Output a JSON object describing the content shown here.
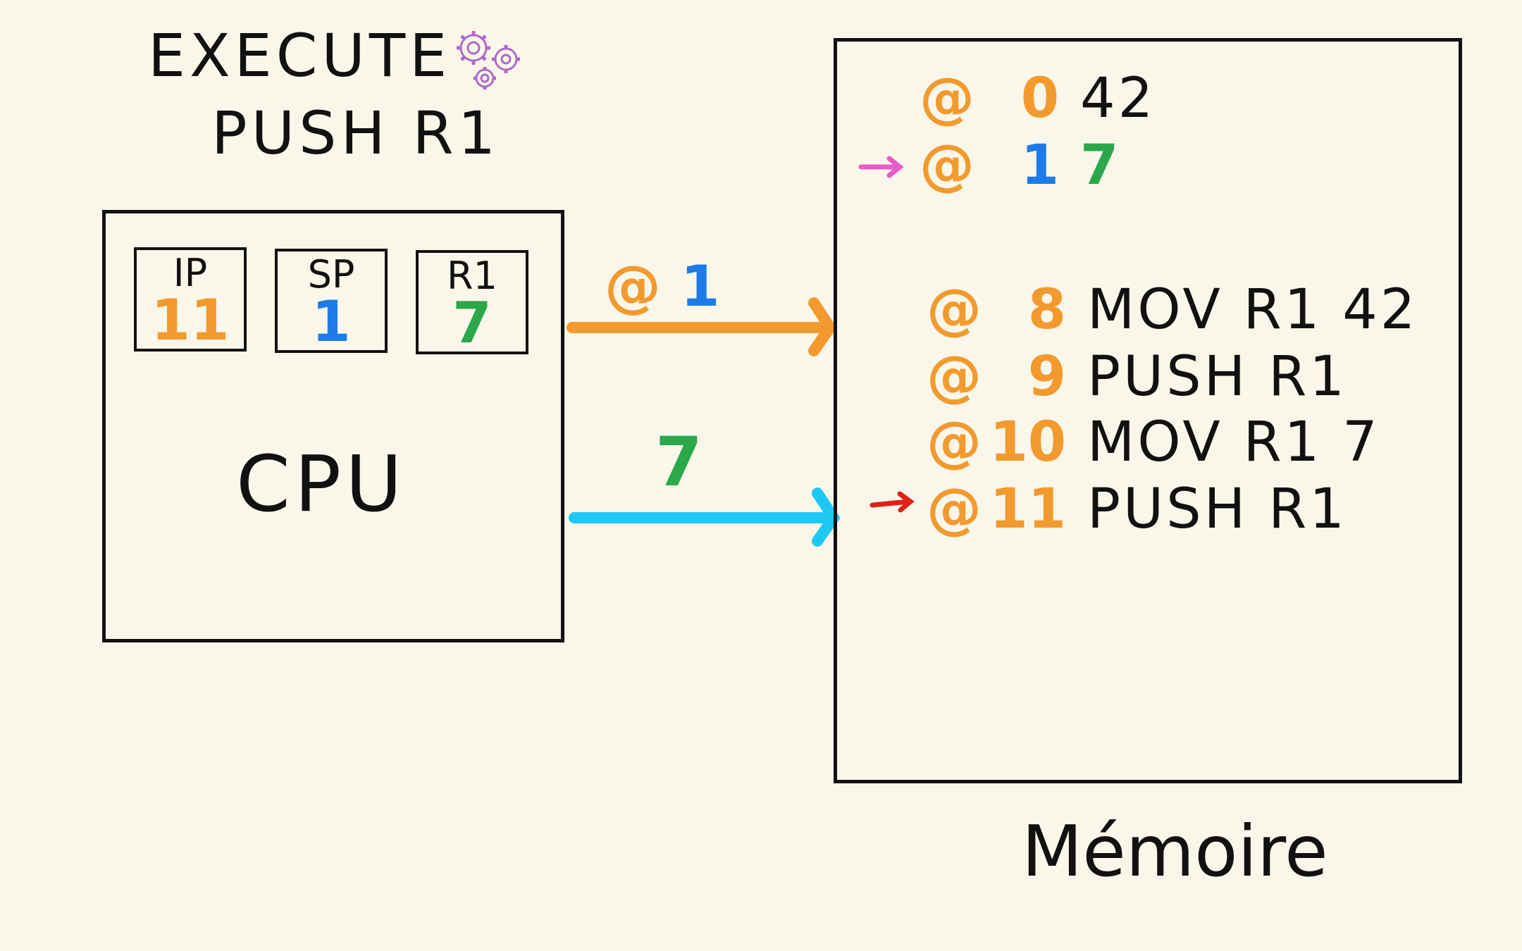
{
  "header": {
    "execute": "EXECUTE",
    "instruction": "PUSH R1",
    "icon": "gears-icon"
  },
  "cpu": {
    "label": "CPU",
    "registers": [
      {
        "name": "IP",
        "value": "11"
      },
      {
        "name": "SP",
        "value": "1"
      },
      {
        "name": "R1",
        "value": "7"
      }
    ]
  },
  "bus": {
    "address_at": "@",
    "address_value": "1",
    "data_value": "7"
  },
  "memory": {
    "label": "Mémoire",
    "rows": [
      {
        "at": "@",
        "addr": "0",
        "content": "42"
      },
      {
        "at": "@",
        "addr": "1",
        "content": "7"
      },
      {
        "at": "@",
        "addr": "8",
        "content": "MOV R1 42"
      },
      {
        "at": "@",
        "addr": "9",
        "content": "PUSH R1"
      },
      {
        "at": "@",
        "addr": "10",
        "content": "MOV R1 7"
      },
      {
        "at": "@",
        "addr": "11",
        "content": "PUSH R1"
      }
    ]
  },
  "colors": {
    "background": "#faf7ea",
    "address": "#f29a2e",
    "stack_pointer": "#1d7be8",
    "register_value": "#2aa84a",
    "address_bus": "#f29a2e",
    "data_bus": "#1ec8f5",
    "sp_pointer_arrow": "#e85ac8",
    "ip_pointer_arrow": "#e0201a",
    "gears": "#b06ac8"
  }
}
